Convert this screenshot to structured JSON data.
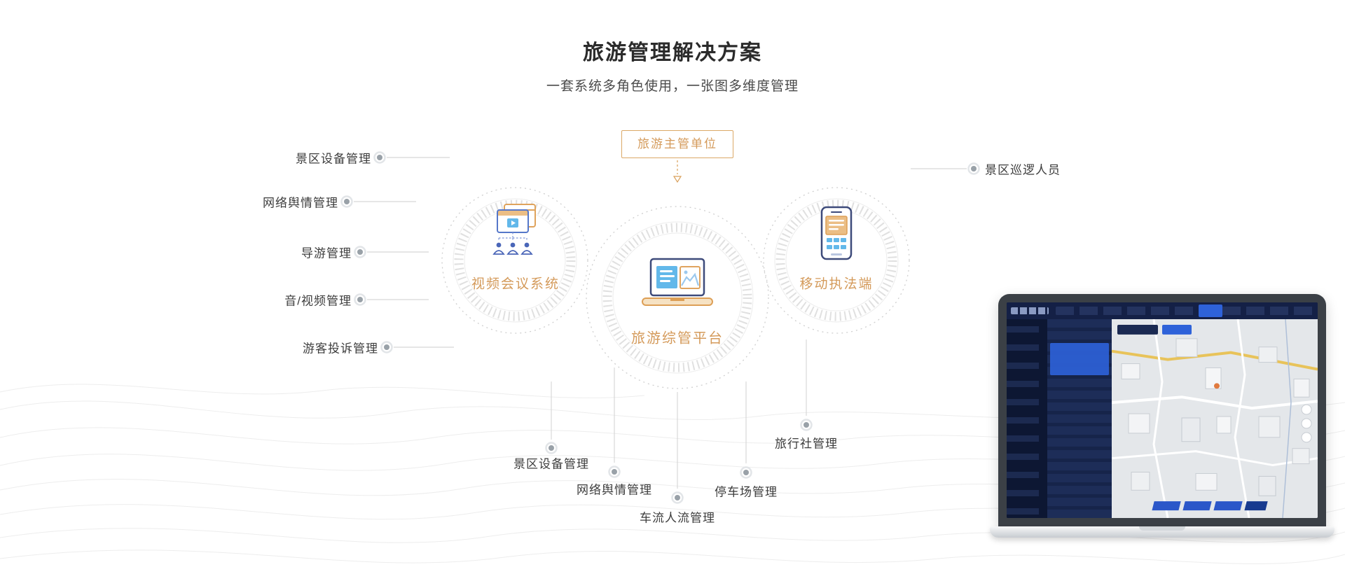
{
  "page": {
    "title": "旅游管理解决方案",
    "subtitle": "一套系统多角色使用，一张图多维度管理"
  },
  "diagram": {
    "authority_box": "旅游主管单位",
    "nodes": {
      "left": "视频会议系统",
      "center": "旅游综管平台",
      "right": "移动执法端"
    },
    "left_labels": [
      "景区设备管理",
      "网络舆情管理",
      "导游管理",
      "音/视频管理",
      "游客投诉管理"
    ],
    "right_labels": [
      "景区巡逻人员"
    ],
    "bottom_labels": [
      "景区设备管理",
      "网络舆情管理",
      "车流人流管理",
      "停车场管理",
      "旅行社管理"
    ]
  },
  "icons": {
    "left": "video-conference-icon",
    "center": "management-platform-laptop-icon",
    "right": "mobile-enforcement-phone-icon",
    "arrow": "down-arrow-icon"
  },
  "colors": {
    "accent_orange": "#D49A5A",
    "border_orange": "#DBA866",
    "icon_navy": "#3D4A7A",
    "icon_blue": "#62B8EA",
    "connector_gray": "#D8D8D8",
    "dot_gray": "#99A1A8",
    "ring_gray": "#E0E0E0",
    "dashboard_navy": "#0F1C3D",
    "dashboard_active_blue": "#2E62D9",
    "map_road_yellow": "#E8C35A"
  }
}
